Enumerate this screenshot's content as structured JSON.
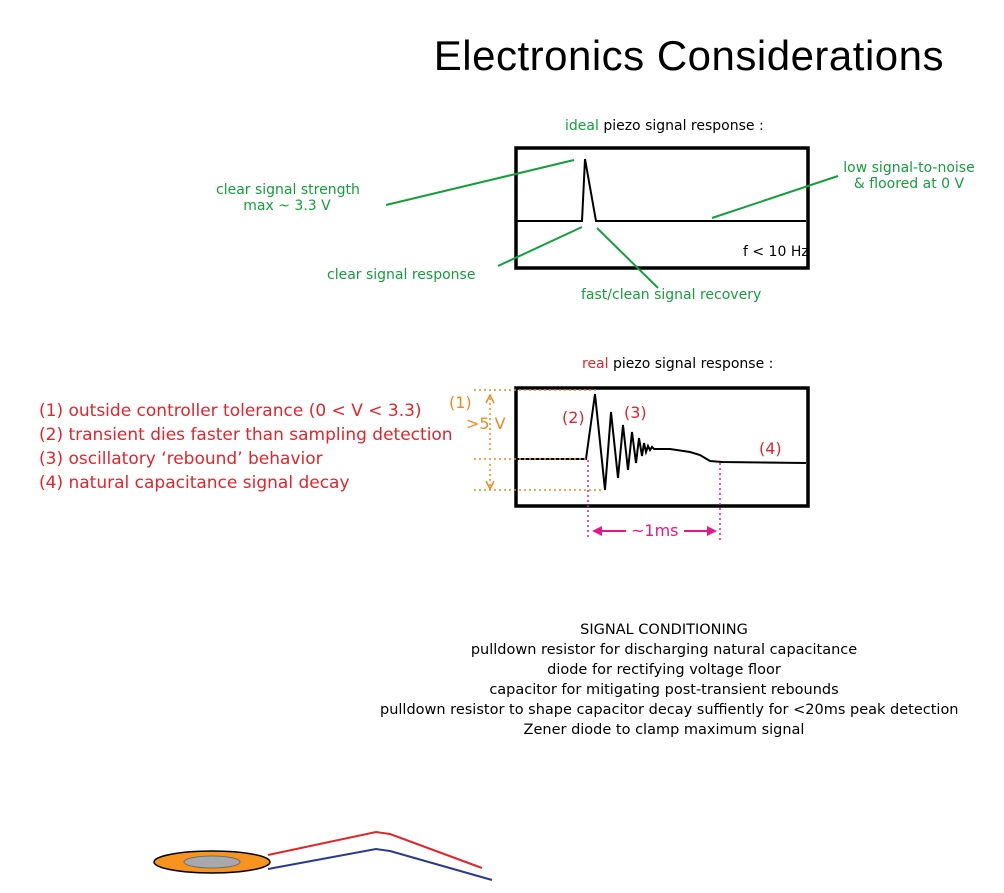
{
  "title": "Electronics Considerations",
  "ideal": {
    "caption_highlight": "ideal",
    "caption_rest": "piezo signal response :",
    "freq_label": "f < 10 Hz",
    "annotations": {
      "strength_line1": "clear signal strength",
      "strength_line2": "max ~ 3.3 V",
      "response": "clear signal response",
      "recovery": "fast/clean signal recovery",
      "noise_line1": "low signal-to-noise",
      "noise_line2": "& floored at 0 V"
    }
  },
  "real": {
    "caption_highlight": "real",
    "caption_rest": "piezo signal response :",
    "markers": {
      "m1": "(1)",
      "m2": "(2)",
      "m3": "(3)",
      "m4": "(4)",
      "voltage": ">5 V",
      "time": "~1ms"
    }
  },
  "legend": [
    "(1) outside controller tolerance (0 < V < 3.3)",
    "(2) transient dies faster than sampling detection",
    "(3) oscillatory ‘rebound’ behavior",
    "(4) natural capacitance signal decay"
  ],
  "conditioning": {
    "heading": "SIGNAL CONDITIONING",
    "items": [
      "pulldown resistor for discharging natural capacitance",
      "diode for rectifying voltage floor",
      "capacitor for mitigating post-transient rebounds",
      "pulldown resistor to shape capacitor decay suffiently for <20ms peak detection",
      "Zener diode to clamp maximum signal"
    ]
  },
  "colors": {
    "green": "#159e3c",
    "red": "#e3242b",
    "orange": "#ee8a1d",
    "magenta": "#e5188b",
    "piezo_disc": "#f7941d",
    "wire_red": "#e3242b",
    "wire_blue": "#2b3990"
  }
}
